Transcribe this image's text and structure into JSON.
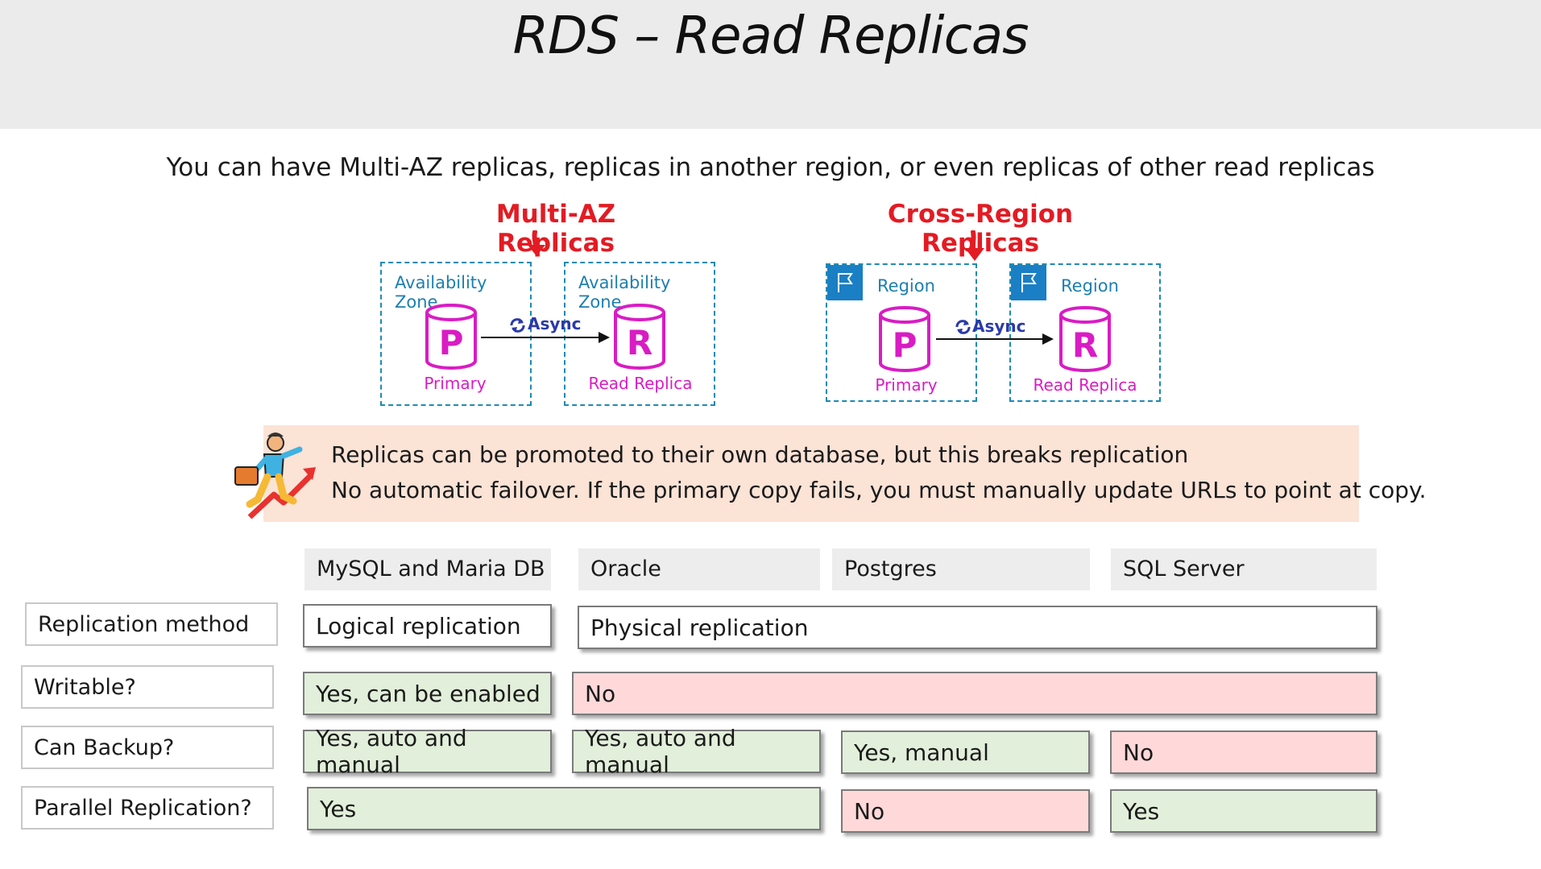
{
  "title": "RDS – Read Replicas",
  "subtitle": "You can have Multi-AZ replicas, replicas in another region, or even replicas of other read replicas",
  "multi_az": {
    "heading": "Multi-AZ Replicas",
    "zone_label": "Availability Zone",
    "primary_letter": "P",
    "replica_letter": "R",
    "primary_label": "Primary",
    "replica_label": "Read Replica",
    "async_label": "Async"
  },
  "cross_region": {
    "heading": "Cross-Region Replicas",
    "zone_label": "Region",
    "primary_letter": "P",
    "replica_letter": "R",
    "primary_label": "Primary",
    "replica_label": "Read Replica",
    "async_label": "Async"
  },
  "callout": {
    "line1_bold": "Replicas can be promoted",
    "line1_mid": " to their own database, but ",
    "line1_underlined": "this breaks replication",
    "line2": "No automatic failover. If the primary copy fails, you must manually update URLs to point at copy."
  },
  "table": {
    "columns": [
      "MySQL and Maria DB",
      "Oracle",
      "Postgres",
      "SQL Server"
    ],
    "rows": [
      {
        "label": "Replication method",
        "cells": [
          "Logical replication",
          "Physical replication"
        ]
      },
      {
        "label": "Writable?",
        "cells": [
          "Yes, can be enabled",
          "No"
        ]
      },
      {
        "label": "Can Backup?",
        "cells": [
          "Yes, auto and manual",
          "Yes, auto and manual",
          "Yes,  manual",
          "No"
        ]
      },
      {
        "label": "Parallel Replication?",
        "cells": [
          "Yes",
          "No",
          "Yes"
        ]
      }
    ]
  },
  "colors": {
    "heading_red": "#e31b23",
    "zone_blue": "#1d8ab5",
    "db_magenta": "#d91cc4",
    "yes_green": "#e2efda",
    "no_red": "#ffd9d9",
    "callout_bg": "#fbe3d6"
  },
  "icons": [
    "flag-icon",
    "database-icon",
    "sync-icon",
    "arrow-icon",
    "promotion-person-icon"
  ]
}
